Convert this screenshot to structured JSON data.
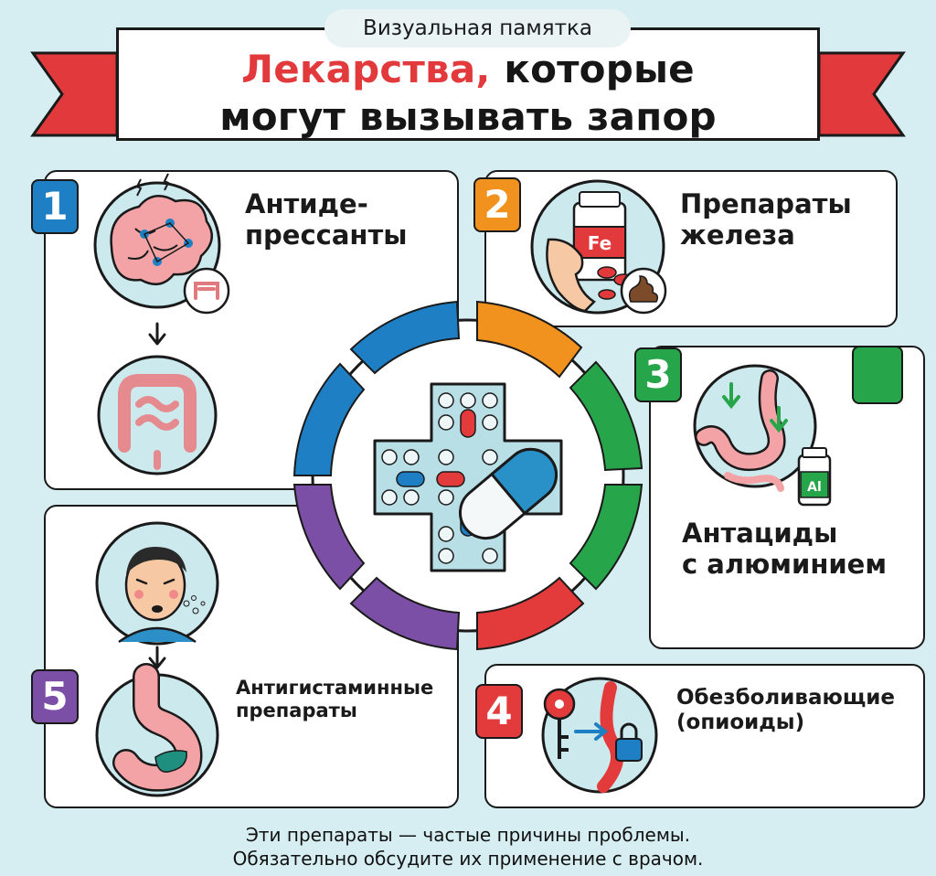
{
  "header": {
    "subtitle": "Визуальная памятка",
    "title_red": "Лекарства,",
    "title_rest1": " которые",
    "title_line2": "могут вызывать запор"
  },
  "sections": [
    {
      "number": "1",
      "line1": "Антиде-",
      "line2": "прессанты",
      "color": "#1e7fc4"
    },
    {
      "number": "2",
      "line1": "Препараты",
      "line2": "железа",
      "color": "#f2921e",
      "bottle_label": "Fe"
    },
    {
      "number": "3",
      "line1": "Антациды",
      "line2": "с алюминием",
      "color": "#27a54a",
      "bottle_label": "Al"
    },
    {
      "number": "4",
      "line1": "Обезболивающие",
      "line2": "(опиоиды)",
      "color": "#e33b3b"
    },
    {
      "number": "5",
      "line1": "Антигистаминные",
      "line2": "препараты",
      "color": "#7b4fa6"
    }
  ],
  "footer": {
    "line1": "Эти препараты — частые причины проблемы.",
    "line2": "Обязательно обсудите их применение с врачом."
  },
  "colors": {
    "background": "#d6eef2",
    "red": "#e23a3c",
    "blue": "#1e7fc4",
    "orange": "#f2921e",
    "green": "#27a54a",
    "purple": "#7b4fa6"
  },
  "icons": [
    "brain-icon",
    "intestine-icon",
    "arrow-down-icon",
    "hand-bottle-icon",
    "pill-icon",
    "stool-icon",
    "stomach-icon",
    "bottle-icon",
    "key-icon",
    "lock-icon",
    "sneezing-face-icon",
    "pill-blister-icon",
    "capsule-icon"
  ]
}
